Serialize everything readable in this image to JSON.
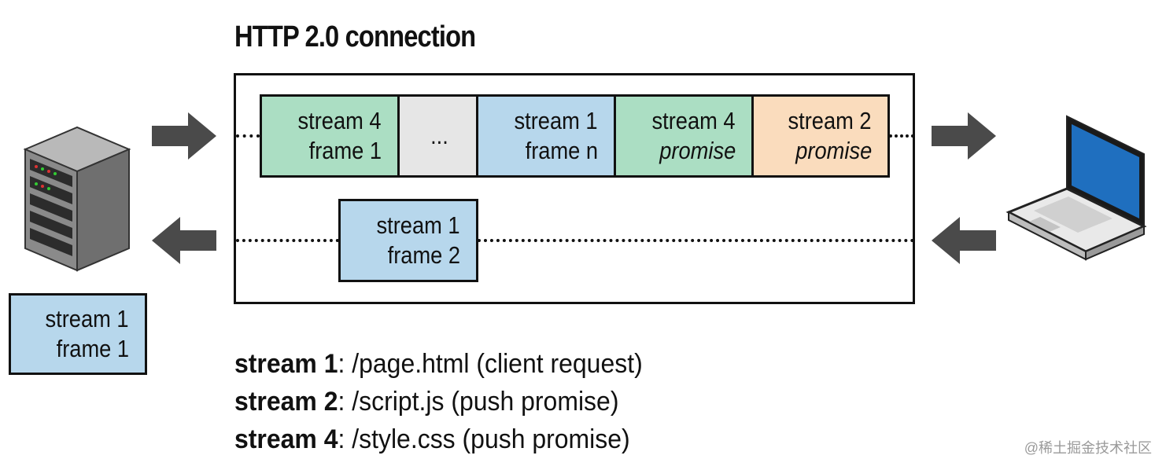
{
  "title": "HTTP 2.0 connection",
  "top_frames": [
    {
      "line1": "stream 4",
      "line2": "frame 1",
      "italic": false,
      "color": "#abdec3"
    },
    {
      "line1": "...",
      "line2": "",
      "italic": false,
      "color": "#e6e6e6"
    },
    {
      "line1": "stream 1",
      "line2": "frame n",
      "italic": false,
      "color": "#b7d7ec"
    },
    {
      "line1": "stream 4",
      "line2": "promise",
      "italic": true,
      "color": "#abdec3"
    },
    {
      "line1": "stream 2",
      "line2": "promise",
      "italic": true,
      "color": "#fadcbd"
    }
  ],
  "bottom_frame": {
    "line1": "stream 1",
    "line2": "frame 2"
  },
  "server_frame": {
    "line1": "stream 1",
    "line2": "frame 1"
  },
  "legend": [
    {
      "stream": "stream 1",
      "path": ": /page.html  (client request)"
    },
    {
      "stream": "stream 2",
      "path": ": /script.js  (push promise)"
    },
    {
      "stream": "stream 4",
      "path": ": /style.css  (push promise)"
    }
  ],
  "watermark": "@稀土掘金技术社区",
  "icons": {
    "server": "server-tower-icon",
    "laptop": "laptop-icon",
    "arrow_right": "arrow-right-icon",
    "arrow_left": "arrow-left-icon"
  }
}
